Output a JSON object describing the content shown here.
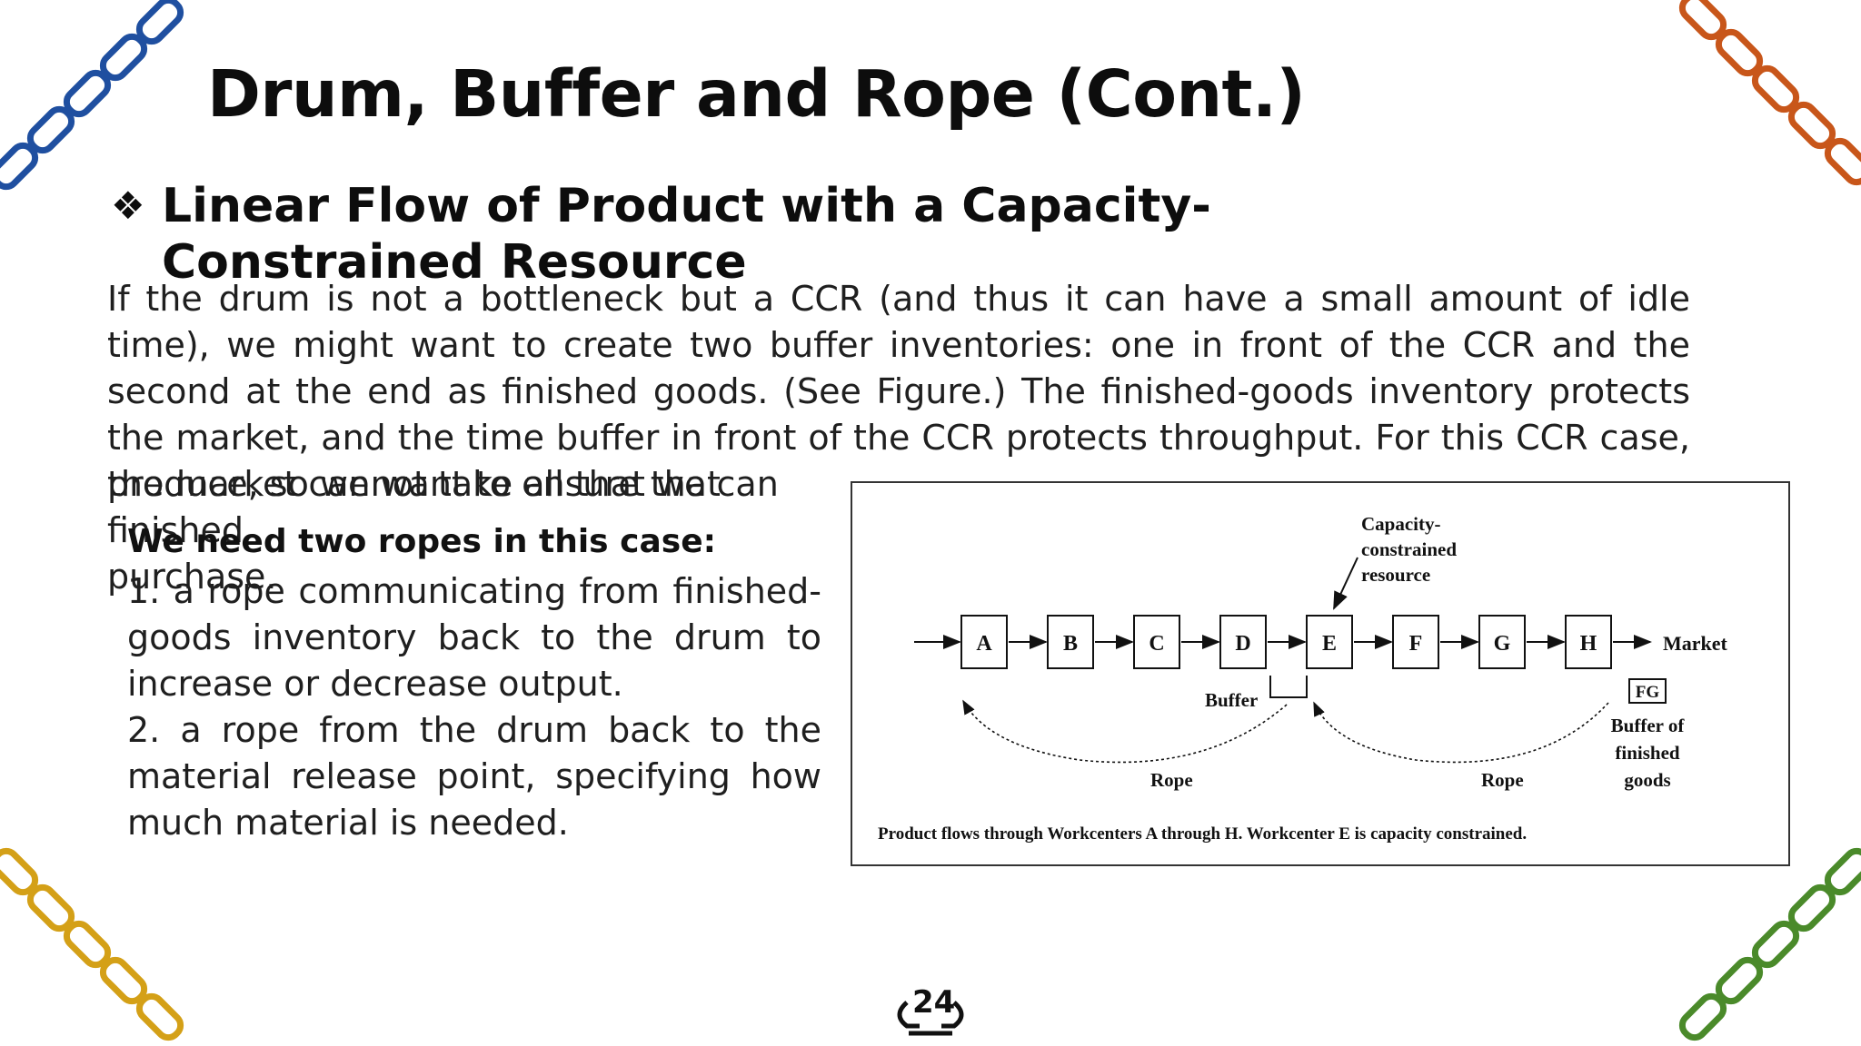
{
  "slide": {
    "title": "Drum, Buffer and Rope (Cont.)",
    "bullet_symbol": "❖",
    "subheading": "Linear Flow of Product with a Capacity-Constrained Resource",
    "paragraph": "If the drum is not a bottleneck but a CCR (and thus it can have a small amount of idle time), we might want to create two buffer inventories: one in front of the CCR and the second at the end as finished goods. (See Figure.) The finished-goods inventory protects the market, and the time buffer in front of the CCR protects throughput. For this CCR case, the market cannot take all that we can",
    "paragraph_cont_1": "produce, so we want to ensure that finished",
    "paragraph_cont_2": "purchase.",
    "ropes_heading": "We need two ropes in this case:",
    "rope_1": "1. a rope communicating from finished-goods inventory back to the drum to increase or decrease output.",
    "rope_2": "2. a rope from the drum back to the material release point, specifying how much material is needed.",
    "page_number": "24"
  },
  "figure": {
    "workcenters": [
      "A",
      "B",
      "C",
      "D",
      "E",
      "F",
      "G",
      "H"
    ],
    "market_label": "Market",
    "ccr_label_1": "Capacity-",
    "ccr_label_2": "constrained",
    "ccr_label_3": "resource",
    "buffer_label": "Buffer",
    "fg_label": "FG",
    "fg_buffer_label_1": "Buffer of",
    "fg_buffer_label_2": "finished",
    "fg_buffer_label_3": "goods",
    "rope_label_left": "Rope",
    "rope_label_right": "Rope",
    "caption": "Product flows through Workcenters A through H. Workcenter E is capacity constrained."
  },
  "colors": {
    "chain_top_left": "#1f4fa0",
    "chain_top_right": "#c8561a",
    "chain_bottom_left": "#d4a017",
    "chain_bottom_right": "#4a8a2a"
  }
}
